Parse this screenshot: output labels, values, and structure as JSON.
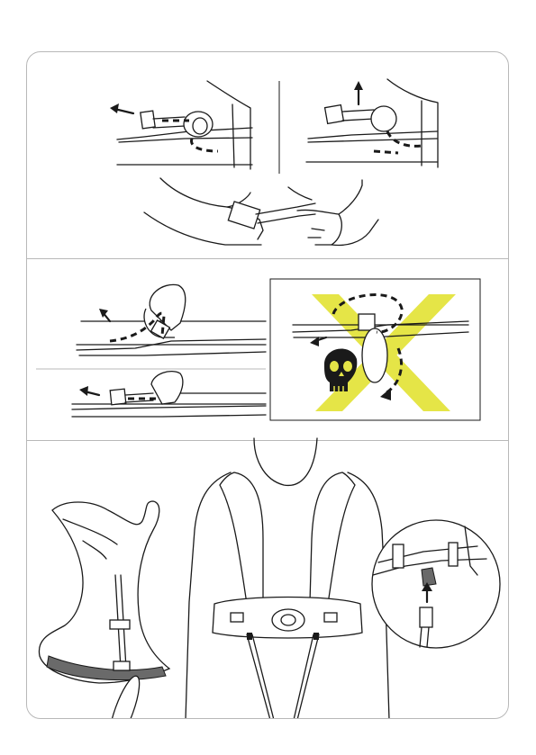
{
  "page": {
    "background": "#ffffff",
    "frame_border": "#b8b8b8",
    "warning_fill": "#e5e547"
  },
  "panels": [
    {
      "name": "step-1",
      "figures": [
        "release-buckle-left",
        "release-buckle-right",
        "hands-pulling-strap"
      ]
    },
    {
      "name": "step-2",
      "figures": [
        "strap-threading-correct-top",
        "strap-threading-correct-bottom",
        "strap-threading-incorrect-warning"
      ]
    },
    {
      "name": "step-3",
      "figures": [
        "harness-vest-side-view",
        "harness-worn-front-view",
        "buckle-detail-zoom"
      ]
    }
  ],
  "icons": [
    "arrow-icon",
    "skull-icon",
    "cross-icon"
  ]
}
